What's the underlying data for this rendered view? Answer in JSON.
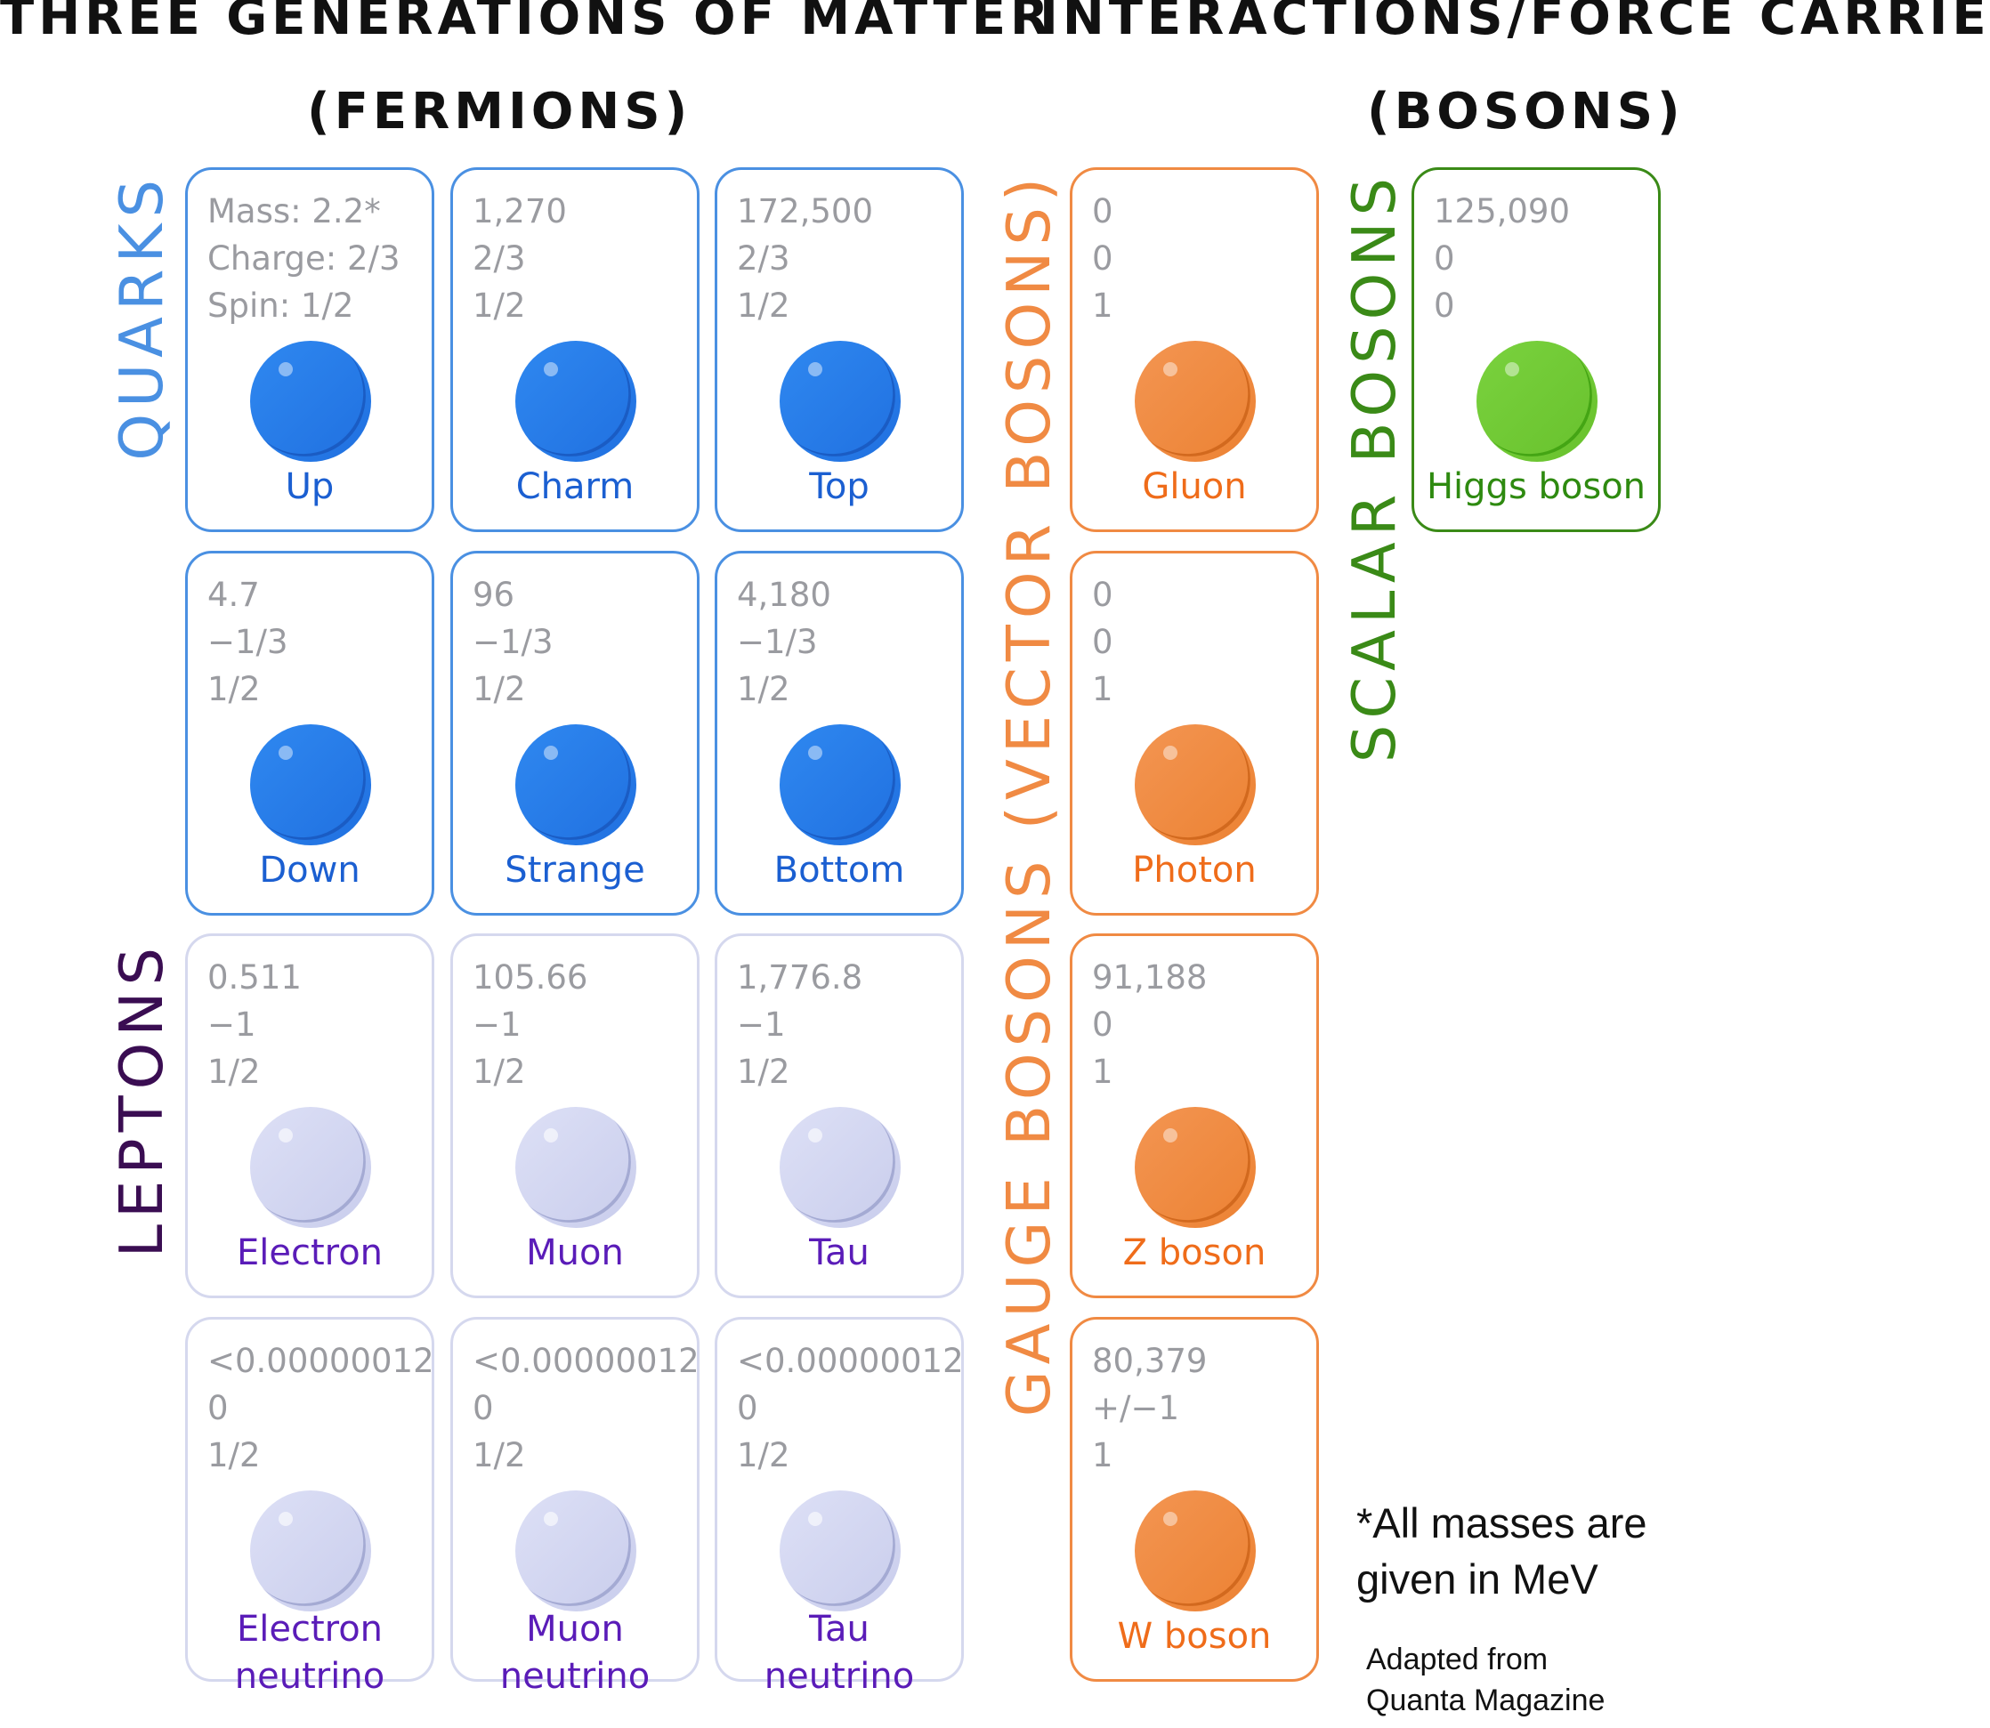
{
  "headers": {
    "matter_line1": "THREE GENERATIONS OF MATTER",
    "matter_line2": "(FERMIONS)",
    "forces_line1": "INTERACTIONS/FORCE CARRIERS",
    "forces_line2": "(BOSONS)"
  },
  "groups": {
    "quarks": "QUARKS",
    "leptons": "LEPTONS",
    "gauge_bosons": "GAUGE BOSONS (VECTOR BOSONS)",
    "scalar_bosons": "SCALAR BOSONS"
  },
  "colors": {
    "quark_border": "#4a90e2",
    "quark_name": "#1b5fd1",
    "quark_label": "#4a90e2",
    "lepton_border": "#d5d8ee",
    "lepton_name": "#5a1cb8",
    "lepton_label": "#3a0d52",
    "gauge_border": "#f08a43",
    "gauge_name": "#ef6c1a",
    "gauge_label": "#f08a43",
    "higgs_border": "#3a8a17",
    "higgs_name": "#2e8a10",
    "higgs_label": "#3a8a17",
    "property_text": "#9a9ba0"
  },
  "particles": {
    "up": {
      "mass": "Mass: 2.2*",
      "charge": "Charge: 2/3",
      "spin": "Spin: 1/2",
      "name": "Up"
    },
    "charm": {
      "mass": "1,270",
      "charge": "2/3",
      "spin": "1/2",
      "name": "Charm"
    },
    "top": {
      "mass": "172,500",
      "charge": "2/3",
      "spin": "1/2",
      "name": "Top"
    },
    "down": {
      "mass": "4.7",
      "charge": "−1/3",
      "spin": "1/2",
      "name": "Down"
    },
    "strange": {
      "mass": "96",
      "charge": "−1/3",
      "spin": "1/2",
      "name": "Strange"
    },
    "bottom": {
      "mass": "4,180",
      "charge": "−1/3",
      "spin": "1/2",
      "name": "Bottom"
    },
    "electron": {
      "mass": "0.511",
      "charge": "−1",
      "spin": "1/2",
      "name": "Electron"
    },
    "muon": {
      "mass": "105.66",
      "charge": "−1",
      "spin": "1/2",
      "name": "Muon"
    },
    "tau": {
      "mass": "1,776.8",
      "charge": "−1",
      "spin": "1/2",
      "name": "Tau"
    },
    "electron_neutrino": {
      "mass": "<0.00000012",
      "charge": "0",
      "spin": "1/2",
      "name1": "Electron",
      "name2": "neutrino"
    },
    "muon_neutrino": {
      "mass": "<0.00000012",
      "charge": "0",
      "spin": "1/2",
      "name1": "Muon",
      "name2": "neutrino"
    },
    "tau_neutrino": {
      "mass": "<0.00000012",
      "charge": "0",
      "spin": "1/2",
      "name1": "Tau",
      "name2": "neutrino"
    },
    "gluon": {
      "mass": "0",
      "charge": "0",
      "spin": "1",
      "name": "Gluon"
    },
    "photon": {
      "mass": "0",
      "charge": "0",
      "spin": "1",
      "name": "Photon"
    },
    "z_boson": {
      "mass": "91,188",
      "charge": "0",
      "spin": "1",
      "name": "Z boson"
    },
    "w_boson": {
      "mass": "80,379",
      "charge": "+/−1",
      "spin": "1",
      "name": "W boson"
    },
    "higgs": {
      "mass": "125,090",
      "charge": "0",
      "spin": "0",
      "name": "Higgs boson"
    }
  },
  "notes": {
    "mev_line1": "*All masses are",
    "mev_line2": "given in MeV",
    "credit_line1": "Adapted from",
    "credit_line2": "Quanta Magazine"
  }
}
